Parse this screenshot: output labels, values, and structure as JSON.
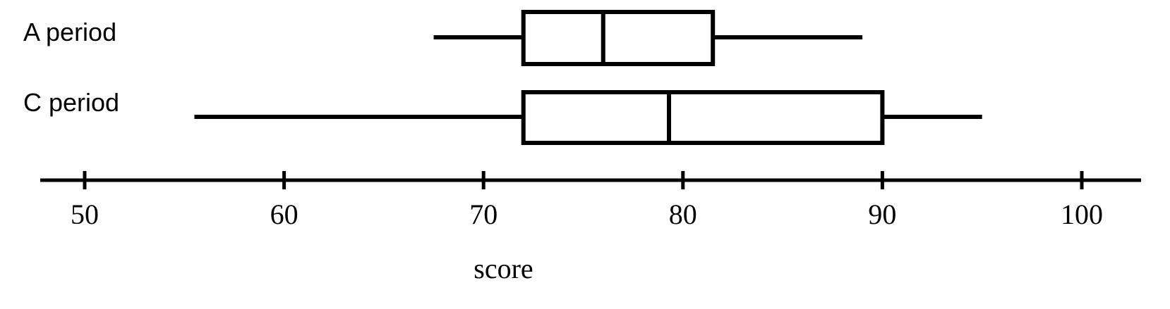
{
  "chart_data": {
    "type": "box",
    "title": "",
    "xlabel": "score",
    "ylabel": "",
    "orientation": "horizontal",
    "xlim": [
      47,
      103
    ],
    "axis_ticks": [
      50,
      60,
      70,
      80,
      90,
      100
    ],
    "tick_labels": [
      "50",
      "60",
      "70",
      "80",
      "90",
      "100"
    ],
    "grid": false,
    "legend": "none",
    "categories": [
      "A period",
      "C period"
    ],
    "series": [
      {
        "name": "A period",
        "min": 67.5,
        "q1": 72,
        "median": 76,
        "q3": 81.5,
        "max": 89
      },
      {
        "name": "C period",
        "min": 55.5,
        "q1": 72,
        "median": 79.3,
        "q3": 90,
        "max": 95
      }
    ],
    "colors": {
      "stroke": "#000000",
      "fill": "#ffffff",
      "background": "#ffffff"
    }
  },
  "labels": {
    "a_period": "A period",
    "c_period": "C period",
    "axis_title": "score"
  }
}
